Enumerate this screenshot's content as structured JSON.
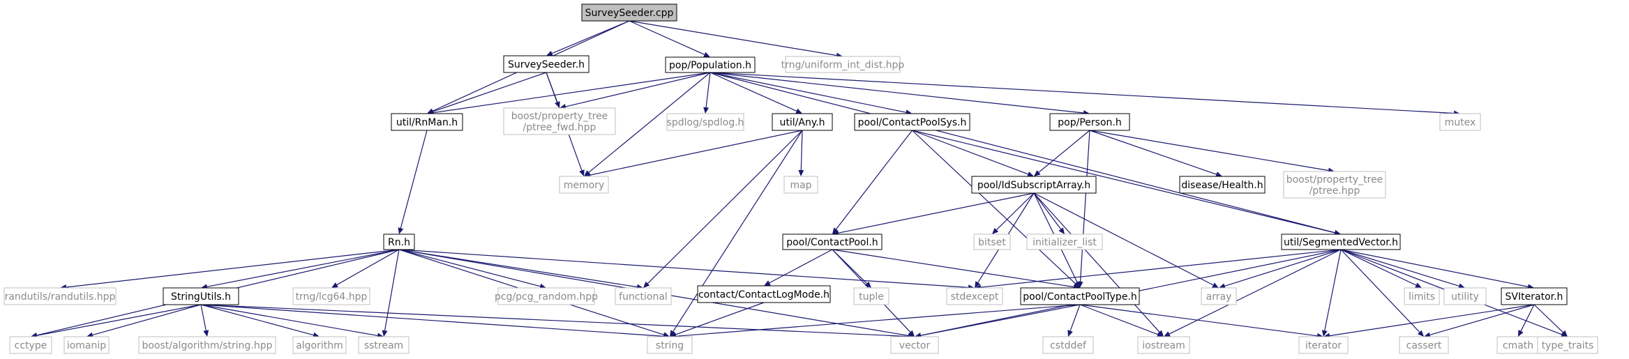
{
  "graph": {
    "edge_color": "#191970",
    "nodes": [
      {
        "id": "surveyseeder_cpp",
        "label": [
          "SurveySeeder.cpp"
        ],
        "kind": "root"
      },
      {
        "id": "surveyseeder_h",
        "label": [
          "SurveySeeder.h"
        ],
        "kind": "project"
      },
      {
        "id": "pop_population_h",
        "label": [
          "pop/Population.h"
        ],
        "kind": "project"
      },
      {
        "id": "trng_uniform_int_dist",
        "label": [
          "trng/uniform_int_dist.hpp"
        ],
        "kind": "external"
      },
      {
        "id": "util_rnman_h",
        "label": [
          "util/RnMan.h"
        ],
        "kind": "project"
      },
      {
        "id": "boost_ptree_fwd",
        "label": [
          "boost/property_tree",
          "/ptree_fwd.hpp"
        ],
        "kind": "external"
      },
      {
        "id": "spdlog",
        "label": [
          "spdlog/spdlog.h"
        ],
        "kind": "external"
      },
      {
        "id": "util_any_h",
        "label": [
          "util/Any.h"
        ],
        "kind": "project"
      },
      {
        "id": "pool_contactpoolsys_h",
        "label": [
          "pool/ContactPoolSys.h"
        ],
        "kind": "project"
      },
      {
        "id": "pop_person_h",
        "label": [
          "pop/Person.h"
        ],
        "kind": "project"
      },
      {
        "id": "mutex",
        "label": [
          "mutex"
        ],
        "kind": "external"
      },
      {
        "id": "memory",
        "label": [
          "memory"
        ],
        "kind": "external"
      },
      {
        "id": "map",
        "label": [
          "map"
        ],
        "kind": "external"
      },
      {
        "id": "pool_idsubscriptarray_h",
        "label": [
          "pool/IdSubscriptArray.h"
        ],
        "kind": "project"
      },
      {
        "id": "disease_health_h",
        "label": [
          "disease/Health.h"
        ],
        "kind": "project"
      },
      {
        "id": "boost_ptree",
        "label": [
          "boost/property_tree",
          "/ptree.hpp"
        ],
        "kind": "external"
      },
      {
        "id": "rn_h",
        "label": [
          "Rn.h"
        ],
        "kind": "project"
      },
      {
        "id": "pool_contactpool_h",
        "label": [
          "pool/ContactPool.h"
        ],
        "kind": "project"
      },
      {
        "id": "bitset",
        "label": [
          "bitset"
        ],
        "kind": "external"
      },
      {
        "id": "initializer_list",
        "label": [
          "initializer_list"
        ],
        "kind": "external"
      },
      {
        "id": "util_segmentedvector_h",
        "label": [
          "util/SegmentedVector.h"
        ],
        "kind": "project"
      },
      {
        "id": "randutils",
        "label": [
          "randutils/randutils.hpp"
        ],
        "kind": "external"
      },
      {
        "id": "stringutils_h",
        "label": [
          "StringUtils.h"
        ],
        "kind": "project"
      },
      {
        "id": "trng_lcg64",
        "label": [
          "trng/lcg64.hpp"
        ],
        "kind": "external"
      },
      {
        "id": "pcg_random",
        "label": [
          "pcg/pcg_random.hpp"
        ],
        "kind": "external"
      },
      {
        "id": "functional",
        "label": [
          "functional"
        ],
        "kind": "external"
      },
      {
        "id": "contact_contactlogmode_h",
        "label": [
          "contact/ContactLogMode.h"
        ],
        "kind": "project"
      },
      {
        "id": "tuple",
        "label": [
          "tuple"
        ],
        "kind": "external"
      },
      {
        "id": "stdexcept",
        "label": [
          "stdexcept"
        ],
        "kind": "external"
      },
      {
        "id": "pool_contactpooltype_h",
        "label": [
          "pool/ContactPoolType.h"
        ],
        "kind": "project"
      },
      {
        "id": "array",
        "label": [
          "array"
        ],
        "kind": "external"
      },
      {
        "id": "limits",
        "label": [
          "limits"
        ],
        "kind": "external"
      },
      {
        "id": "utility",
        "label": [
          "utility"
        ],
        "kind": "external"
      },
      {
        "id": "sviterator_h",
        "label": [
          "SVIterator.h"
        ],
        "kind": "project"
      },
      {
        "id": "cctype",
        "label": [
          "cctype"
        ],
        "kind": "external"
      },
      {
        "id": "iomanip",
        "label": [
          "iomanip"
        ],
        "kind": "external"
      },
      {
        "id": "boost_algorithm_string",
        "label": [
          "boost/algorithm/string.hpp"
        ],
        "kind": "external"
      },
      {
        "id": "algorithm",
        "label": [
          "algorithm"
        ],
        "kind": "external"
      },
      {
        "id": "sstream",
        "label": [
          "sstream"
        ],
        "kind": "external"
      },
      {
        "id": "string",
        "label": [
          "string"
        ],
        "kind": "external"
      },
      {
        "id": "vector",
        "label": [
          "vector"
        ],
        "kind": "external"
      },
      {
        "id": "cstddef",
        "label": [
          "cstddef"
        ],
        "kind": "external"
      },
      {
        "id": "iostream",
        "label": [
          "iostream"
        ],
        "kind": "external"
      },
      {
        "id": "iterator",
        "label": [
          "iterator"
        ],
        "kind": "external"
      },
      {
        "id": "cassert",
        "label": [
          "cassert"
        ],
        "kind": "external"
      },
      {
        "id": "cmath",
        "label": [
          "cmath"
        ],
        "kind": "external"
      },
      {
        "id": "type_traits",
        "label": [
          "type_traits"
        ],
        "kind": "external"
      }
    ],
    "edges": [
      [
        "surveyseeder_cpp",
        "surveyseeder_h"
      ],
      [
        "surveyseeder_cpp",
        "pop_population_h"
      ],
      [
        "surveyseeder_cpp",
        "trng_uniform_int_dist"
      ],
      [
        "surveyseeder_cpp",
        "util_rnman_h"
      ],
      [
        "surveyseeder_h",
        "util_rnman_h"
      ],
      [
        "surveyseeder_h",
        "boost_ptree_fwd"
      ],
      [
        "surveyseeder_h",
        "memory"
      ],
      [
        "pop_population_h",
        "util_rnman_h"
      ],
      [
        "pop_population_h",
        "boost_ptree_fwd"
      ],
      [
        "pop_population_h",
        "spdlog"
      ],
      [
        "pop_population_h",
        "util_any_h"
      ],
      [
        "pop_population_h",
        "pool_contactpoolsys_h"
      ],
      [
        "pop_population_h",
        "pop_person_h"
      ],
      [
        "pop_population_h",
        "mutex"
      ],
      [
        "pop_population_h",
        "memory"
      ],
      [
        "pop_population_h",
        "util_segmentedvector_h"
      ],
      [
        "util_rnman_h",
        "rn_h"
      ],
      [
        "util_any_h",
        "memory"
      ],
      [
        "util_any_h",
        "map"
      ],
      [
        "util_any_h",
        "functional"
      ],
      [
        "util_any_h",
        "string"
      ],
      [
        "pool_contactpoolsys_h",
        "pool_idsubscriptarray_h"
      ],
      [
        "pool_contactpoolsys_h",
        "pool_contactpool_h"
      ],
      [
        "pool_contactpoolsys_h",
        "util_segmentedvector_h"
      ],
      [
        "pool_contactpoolsys_h",
        "pool_contactpooltype_h"
      ],
      [
        "pop_person_h",
        "pool_idsubscriptarray_h"
      ],
      [
        "pop_person_h",
        "disease_health_h"
      ],
      [
        "pop_person_h",
        "boost_ptree"
      ],
      [
        "pop_person_h",
        "pool_contactpooltype_h"
      ],
      [
        "pool_idsubscriptarray_h",
        "pool_contactpool_h"
      ],
      [
        "pool_idsubscriptarray_h",
        "bitset"
      ],
      [
        "pool_idsubscriptarray_h",
        "initializer_list"
      ],
      [
        "pool_idsubscriptarray_h",
        "stdexcept"
      ],
      [
        "pool_idsubscriptarray_h",
        "pool_contactpooltype_h"
      ],
      [
        "pool_idsubscriptarray_h",
        "array"
      ],
      [
        "pool_idsubscriptarray_h",
        "iostream"
      ],
      [
        "pool_contactpool_h",
        "contact_contactlogmode_h"
      ],
      [
        "pool_contactpool_h",
        "tuple"
      ],
      [
        "pool_contactpool_h",
        "vector"
      ],
      [
        "pool_contactpool_h",
        "pool_contactpooltype_h"
      ],
      [
        "contact_contactlogmode_h",
        "string"
      ],
      [
        "rn_h",
        "randutils"
      ],
      [
        "rn_h",
        "stringutils_h"
      ],
      [
        "rn_h",
        "trng_lcg64"
      ],
      [
        "rn_h",
        "pcg_random"
      ],
      [
        "rn_h",
        "functional"
      ],
      [
        "rn_h",
        "stdexcept"
      ],
      [
        "rn_h",
        "cctype"
      ],
      [
        "rn_h",
        "sstream"
      ],
      [
        "rn_h",
        "string"
      ],
      [
        "rn_h",
        "vector"
      ],
      [
        "stringutils_h",
        "cctype"
      ],
      [
        "stringutils_h",
        "iomanip"
      ],
      [
        "stringutils_h",
        "boost_algorithm_string"
      ],
      [
        "stringutils_h",
        "algorithm"
      ],
      [
        "stringutils_h",
        "sstream"
      ],
      [
        "stringutils_h",
        "string"
      ],
      [
        "stringutils_h",
        "vector"
      ],
      [
        "pool_contactpooltype_h",
        "string"
      ],
      [
        "pool_contactpooltype_h",
        "vector"
      ],
      [
        "pool_contactpooltype_h",
        "cstddef"
      ],
      [
        "pool_contactpooltype_h",
        "iostream"
      ],
      [
        "pool_contactpooltype_h",
        "iterator"
      ],
      [
        "util_segmentedvector_h",
        "stdexcept"
      ],
      [
        "util_segmentedvector_h",
        "array"
      ],
      [
        "util_segmentedvector_h",
        "limits"
      ],
      [
        "util_segmentedvector_h",
        "utility"
      ],
      [
        "util_segmentedvector_h",
        "sviterator_h"
      ],
      [
        "util_segmentedvector_h",
        "iterator"
      ],
      [
        "util_segmentedvector_h",
        "cassert"
      ],
      [
        "util_segmentedvector_h",
        "type_traits"
      ],
      [
        "util_segmentedvector_h",
        "vector"
      ],
      [
        "util_segmentedvector_h",
        "iostream"
      ],
      [
        "sviterator_h",
        "iterator"
      ],
      [
        "sviterator_h",
        "cassert"
      ],
      [
        "sviterator_h",
        "cmath"
      ],
      [
        "sviterator_h",
        "type_traits"
      ]
    ]
  }
}
